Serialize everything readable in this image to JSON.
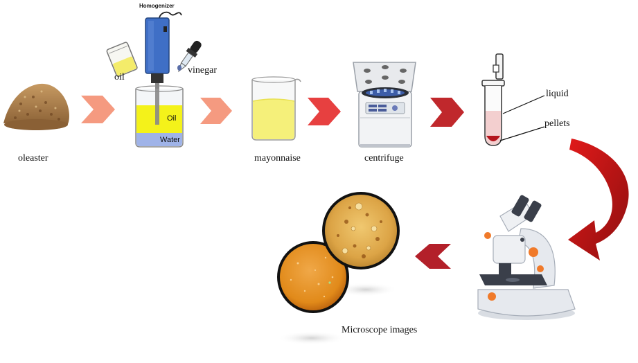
{
  "labels": {
    "oleaster": "oleaster",
    "oil": "oil",
    "vinegar": "vinegar",
    "homogenizer": "Homogenizer",
    "beaker_oil": "Oil",
    "beaker_water": "Water",
    "mayonnaise": "mayonnaise",
    "centrifuge": "centrifuge",
    "liquid": "liquid",
    "pellets": "pellets",
    "microscope_images": "Microscope images"
  },
  "colors": {
    "arrow_light": "#f59a80",
    "arrow_mid": "#e74040",
    "arrow_dark": "#c0282c",
    "arrow_back": "#b3202a",
    "oil_yellow": "#f4f21a",
    "water_blue": "#9fb3e8",
    "mayo_yellow": "#f5f07a",
    "homogenizer_blue": "#3f6fc6",
    "microscope_orange": "#f07a2a",
    "sample_orange": "#e68a1c"
  },
  "icons": [
    "oleaster-powder-icon",
    "oil-beaker-icon",
    "dropper-icon",
    "homogenizer-icon",
    "mixing-beaker-icon",
    "mayonnaise-beaker-icon",
    "centrifuge-icon",
    "tube-icon",
    "curved-arrow-icon",
    "microscope-icon",
    "micrograph-icon"
  ]
}
